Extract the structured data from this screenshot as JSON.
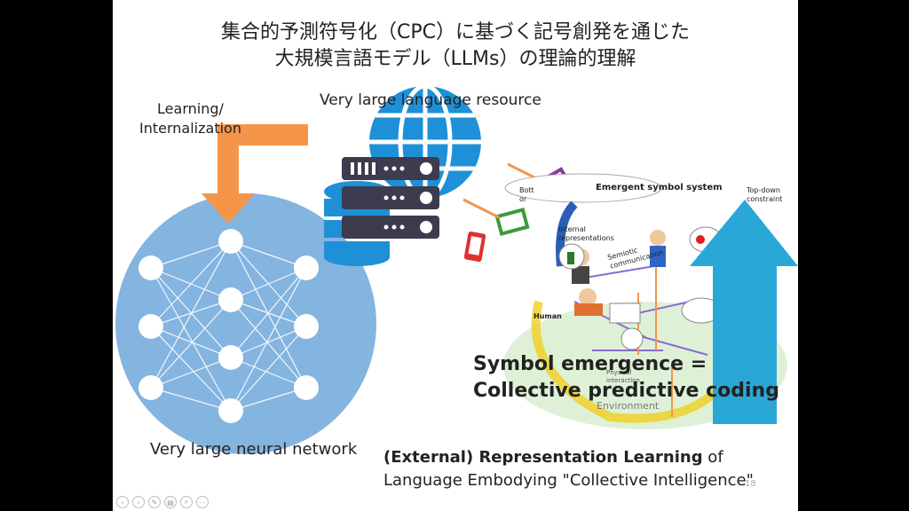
{
  "slide": {
    "title_line1": "集合的予測符号化（CPC）に基づく記号創発を通じた",
    "title_line2": "大規模言語モデル（LLMs）の理論的理解",
    "learning_line1": "Learning/",
    "learning_line2": "Internalization",
    "resource_label": "Very large language resource",
    "network_label": "Very large neural network",
    "symbol_line1": "Symbol emergence =",
    "symbol_line2": "Collective predictive coding",
    "ext_bold": "(External) Representation Learning",
    "ext_rest1": " of",
    "ext_line2": "Language Embodying \"Collective Intelligence\"",
    "page_number": "18"
  },
  "diagram": {
    "emergent_label": "Emergent symbol system",
    "topdown_label": "Top-down",
    "topdown_label2": "constraint",
    "bottom_label": "Bott",
    "bottom_label2": "or",
    "internal_label": "Internal",
    "internal_label2": "representations",
    "semiotic_label": "Semiotic",
    "semiotic_label2": "communication",
    "human_label": "Human",
    "physical_label": "Physical",
    "interaction_label": "interaction",
    "environment_label": "Environment"
  },
  "controls": {
    "icons": [
      "prev-icon",
      "next-icon",
      "pen-icon",
      "slides-icon",
      "zoom-icon",
      "more-icon"
    ]
  },
  "colors": {
    "network_circle": "#5b9bd5",
    "globe": "#1e90d8",
    "server": "#3c3c4e",
    "arrow_orange": "#f5954a",
    "arrow_blue": "#29a8d8"
  }
}
